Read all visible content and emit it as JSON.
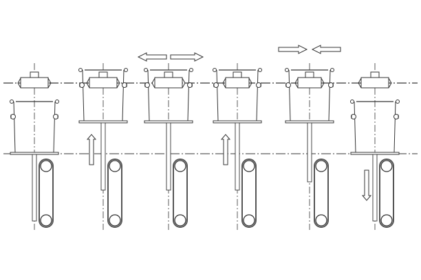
{
  "diagram": {
    "line_color": "#333333",
    "belt_color": "#555555",
    "stages": [
      {
        "step": 1,
        "bucket": "lowered",
        "motion_arrow": "none",
        "gripper": "open"
      },
      {
        "step": 2,
        "bucket": "raised",
        "motion_arrow": "up",
        "gripper": "open"
      },
      {
        "step": 3,
        "bucket": "raised",
        "motion_arrow": "apart",
        "gripper": "open"
      },
      {
        "step": 4,
        "bucket": "raised",
        "motion_arrow": "up",
        "gripper": "closed"
      },
      {
        "step": 5,
        "bucket": "raised",
        "motion_arrow": "together",
        "gripper": "closed"
      },
      {
        "step": 6,
        "bucket": "lowered",
        "motion_arrow": "down",
        "gripper": "open"
      }
    ]
  }
}
